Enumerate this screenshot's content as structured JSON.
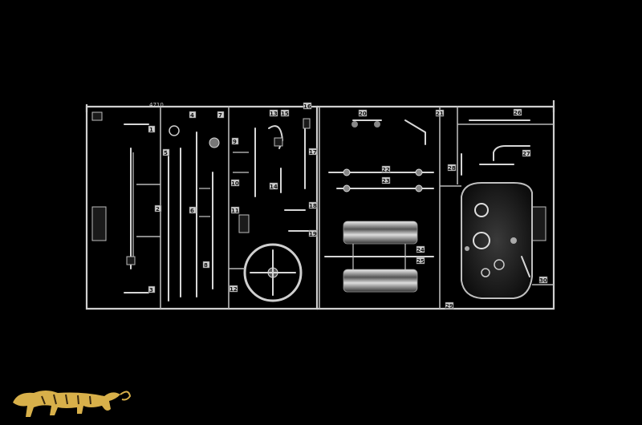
{
  "sprue": {
    "code": "4710",
    "part_numbers": [
      "1",
      "2",
      "3",
      "4",
      "5",
      "6",
      "7",
      "8",
      "9",
      "10",
      "11",
      "12",
      "13",
      "14",
      "15",
      "16",
      "17",
      "18",
      "19",
      "20",
      "21",
      "22",
      "23",
      "24",
      "25",
      "26",
      "27",
      "28",
      "29",
      "30"
    ]
  },
  "logo": {
    "icon": "tiger-icon",
    "color": "#d8b04a"
  }
}
